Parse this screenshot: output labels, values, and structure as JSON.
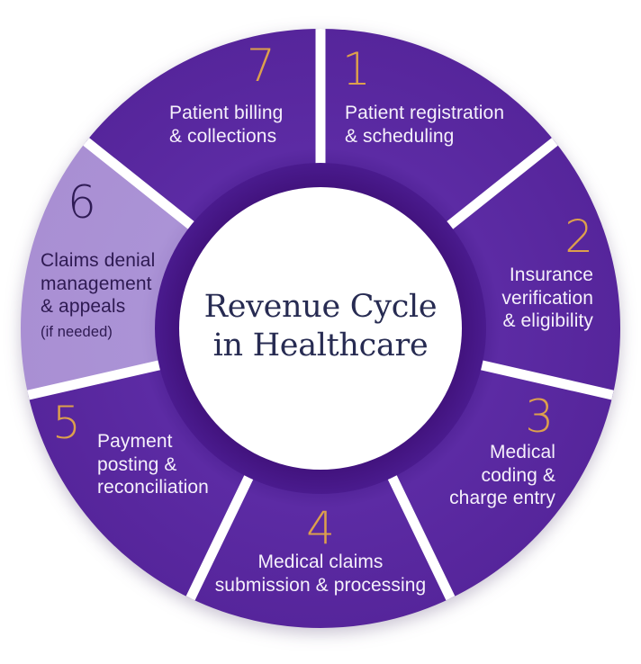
{
  "diagram": {
    "type": "cycle",
    "center_title": [
      "Revenue Cycle",
      "in Healthcare"
    ],
    "segments": [
      {
        "number": "1",
        "lines": [
          "Patient registration",
          "& scheduling"
        ],
        "highlighted": false
      },
      {
        "number": "2",
        "lines": [
          "Insurance",
          "verification",
          "& eligibility"
        ],
        "highlighted": false
      },
      {
        "number": "3",
        "lines": [
          "Medical",
          "coding &",
          "charge entry"
        ],
        "highlighted": false
      },
      {
        "number": "4",
        "lines": [
          "Medical claims",
          "submission & processing"
        ],
        "highlighted": false
      },
      {
        "number": "5",
        "lines": [
          "Payment",
          "posting &",
          "reconciliation"
        ],
        "highlighted": false
      },
      {
        "number": "6",
        "lines": [
          "Claims denial",
          "management",
          "& appeals"
        ],
        "note": "(if needed)",
        "highlighted": true
      },
      {
        "number": "7",
        "lines": [
          "Patient billing",
          "& collections"
        ],
        "highlighted": false
      }
    ]
  },
  "colors": {
    "segment": "#5c2ba4",
    "segment_inner": "#4a1d8e",
    "segment_outer": "#56259b",
    "segment_highlight": "#ab93d6",
    "segment_highlight_inner": "#9c82c9",
    "segment_highlight_outer": "#a98fd3",
    "ring": "#3f1078",
    "ring_edge": "#4a1b8e",
    "gap": "#ffffff",
    "number": "#dda04c",
    "number_highlight": "#2f1b55",
    "label": "#f5f0fb",
    "label_highlight": "#2e1a52",
    "title": "#272b52",
    "background": "#ffffff"
  }
}
